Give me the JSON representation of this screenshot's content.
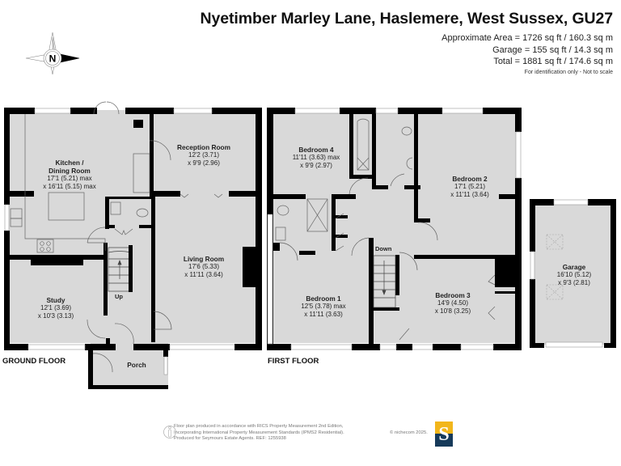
{
  "header": {
    "title": "Nyetimber Marley Lane, Haslemere, West Sussex, GU27",
    "areas": [
      "Approximate Area = 1726 sq ft / 160.3 sq m",
      "Garage = 155 sq ft / 14.3 sq m",
      "Total = 1881 sq ft / 174.6 sq m"
    ],
    "note": "For identification only - Not to scale"
  },
  "compass": {
    "icon": "compass-north-icon",
    "letter": "N"
  },
  "floors": {
    "ground": {
      "label": "GROUND FLOOR",
      "rooms": [
        {
          "name": "Kitchen /",
          "name2": "Dining Room",
          "dim1": "17'1 (5.21) max",
          "dim2": "x 16'11 (5.15) max"
        },
        {
          "name": "Reception Room",
          "dim1": "12'2 (3.71)",
          "dim2": "x 9'9 (2.96)"
        },
        {
          "name": "Living Room",
          "dim1": "17'6 (5.33)",
          "dim2": "x 11'11 (3.64)"
        },
        {
          "name": "Study",
          "dim1": "12'1 (3.69)",
          "dim2": "x 10'3 (3.13)"
        },
        {
          "name": "Porch"
        }
      ],
      "stairs_label": "Up"
    },
    "first": {
      "label": "FIRST FLOOR",
      "rooms": [
        {
          "name": "Bedroom 4",
          "dim1": "11'11 (3.63) max",
          "dim2": "x 9'9 (2.97)"
        },
        {
          "name": "Bedroom 2",
          "dim1": "17'1 (5.21)",
          "dim2": "x 11'11 (3.64)"
        },
        {
          "name": "Bedroom 1",
          "dim1": "12'5 (3.78) max",
          "dim2": "x 11'11 (3.63)"
        },
        {
          "name": "Bedroom 3",
          "dim1": "14'9 (4.50)",
          "dim2": "x 10'8 (3.25)"
        }
      ],
      "stairs_label": "Down"
    },
    "garage": {
      "name": "Garage",
      "dim1": "16'10 (5.12)",
      "dim2": "x 9'3 (2.81)"
    }
  },
  "footer": {
    "lines": [
      "Floor plan produced in accordance with RICS Property Measurement 2nd Edition,",
      "Incorporating International Property Measurement Standards (IPMS2 Residential).",
      "Produced for Seymours Estate Agents.   REF: 1255938"
    ],
    "copyright": "© nichecom 2025.",
    "logo_letter": "S",
    "colors": {
      "logo_top": "#f2b61b",
      "logo_bottom": "#163a5a",
      "floor_fill": "#d9d9d9",
      "wall": "#000000"
    }
  }
}
